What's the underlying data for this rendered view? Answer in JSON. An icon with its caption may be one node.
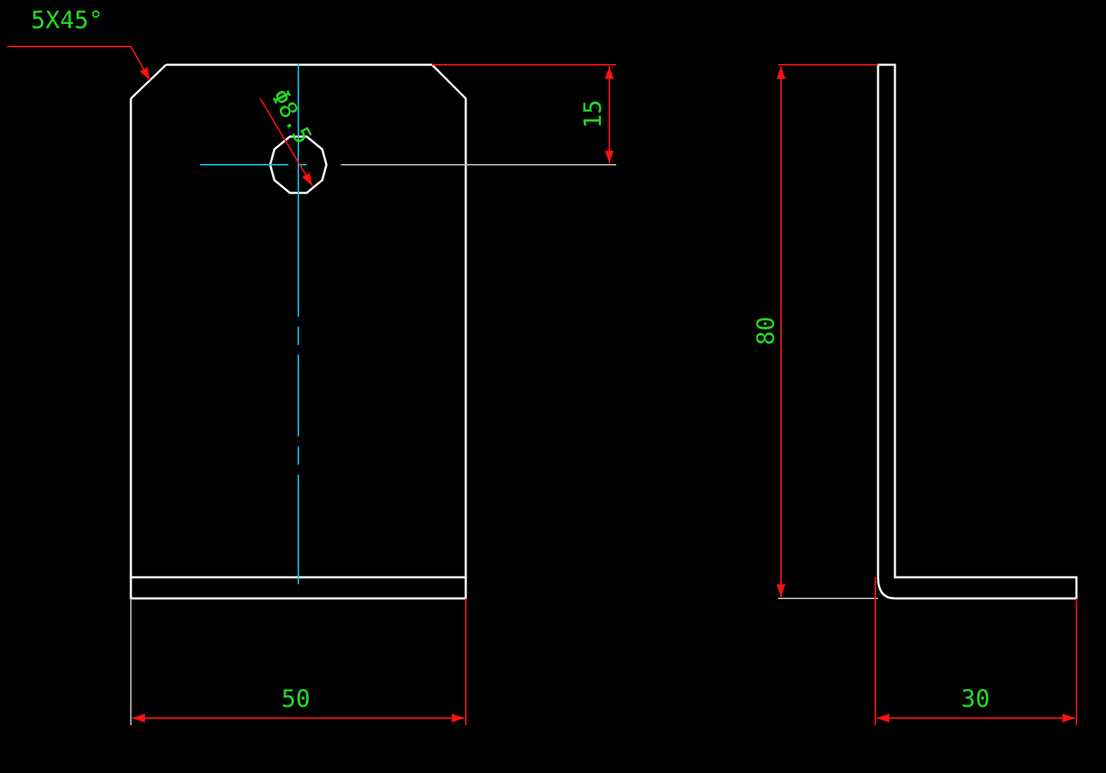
{
  "diagram": {
    "nodes": [
      {
        "text": [
          "5X45°"
        ]
      },
      {
        "text": [],
        "shape": "line"
      }
    ],
    "edges": [
      {
        "from": 0,
        "to": 1,
        "arrow": "to"
      }
    ],
    "labels": [
      "Φ8.5",
      "15",
      "80",
      "50",
      "30"
    ]
  }
}
